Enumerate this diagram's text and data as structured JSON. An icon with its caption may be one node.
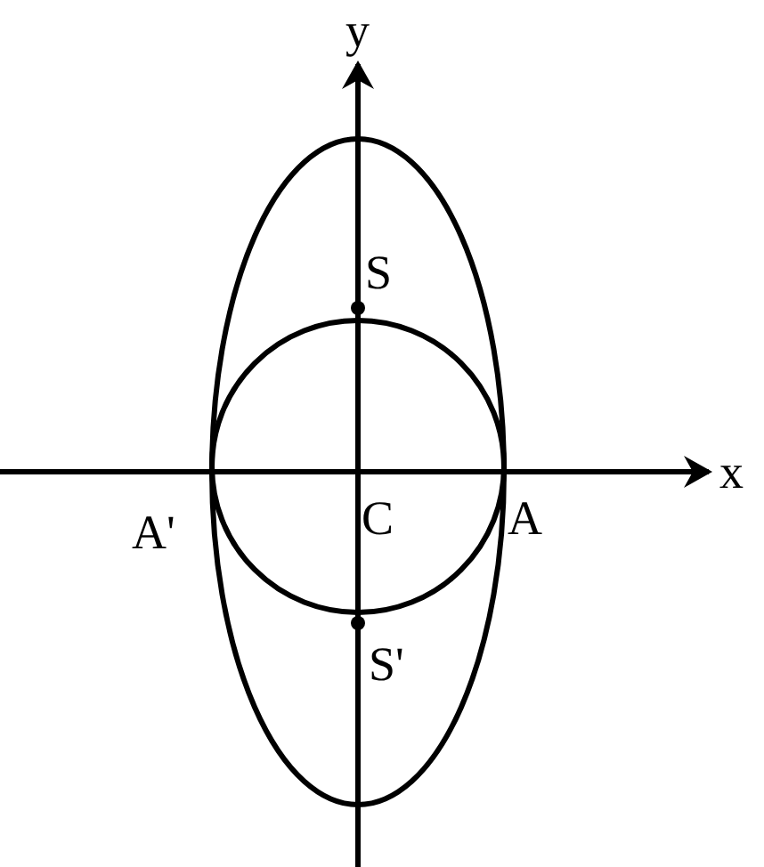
{
  "diagram": {
    "labels": [
      "y",
      "S",
      "x",
      "A'",
      "C",
      "A",
      "S'"
    ]
  }
}
